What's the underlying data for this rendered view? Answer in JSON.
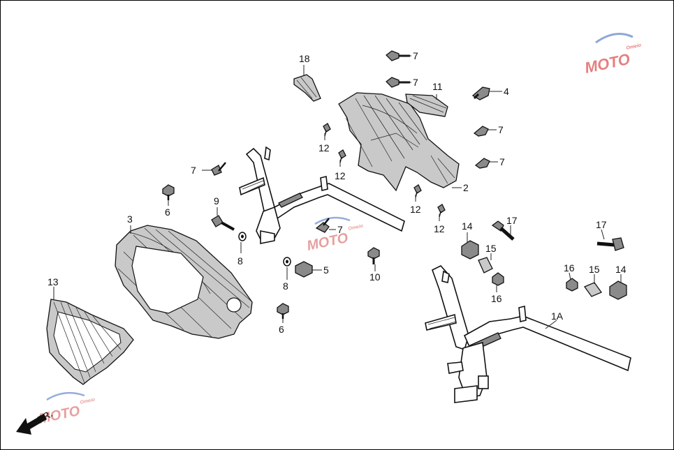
{
  "diagram": {
    "labels": [
      "18",
      "7",
      "7",
      "11",
      "4",
      "7",
      "7",
      "12",
      "12",
      "12",
      "12",
      "2",
      "7",
      "6",
      "9",
      "8",
      "3",
      "7",
      "5",
      "8",
      "10",
      "6",
      "13",
      "14",
      "15",
      "16",
      "17",
      "17",
      "16",
      "15",
      "14",
      "1A"
    ],
    "direction_label": "FR.",
    "watermark": {
      "brand": "MOTO",
      "suffix": "Omeio"
    }
  }
}
